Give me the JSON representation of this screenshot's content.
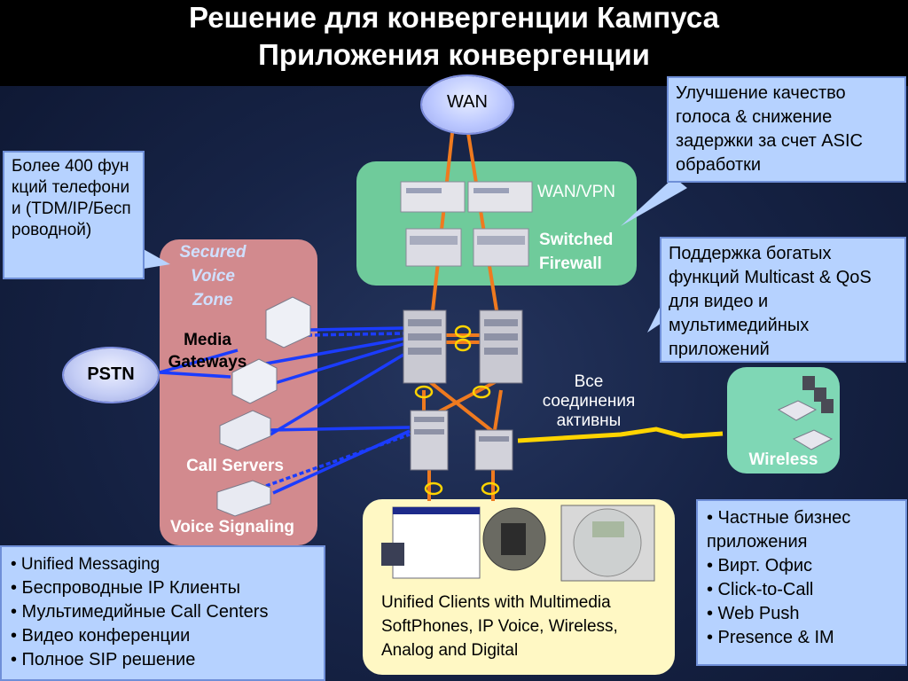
{
  "title": {
    "line1": "Решение для конвергенции Кампуса",
    "line2": "Приложения конвергенции"
  },
  "clouds": {
    "wan": "WAN",
    "pstn": "PSTN"
  },
  "callouts": {
    "telephony": "Более 400 функций телефонии (TDM/IP/Беспроводной)",
    "voice_quality": "Улучшение качество голоса & снижение задержки за счет ASIC обработки",
    "multicast": "Поддержка богатых функций Multicast & QoS для видео и мультимедийных приложений",
    "active": "Все соединения активны"
  },
  "zones": {
    "secured_voice": "Secured Voice Zone",
    "media_gateways": "Media Gateways",
    "call_servers": "Call Servers",
    "voice_signaling": "Voice Signaling",
    "wan_vpn": "WAN/VPN",
    "switched_firewall": "Switched Firewall",
    "wireless": "Wireless",
    "unified_clients": "Unified Clients with Multimedia SoftPhones, IP Voice, Wireless, Analog and Digital"
  },
  "left_bullets": [
    "• Unified Messaging",
    "• Беспроводные IP Клиенты",
    "• Мультимедийные Call Centers",
    "• Видео конференции",
    "• Полное  SIP решение"
  ],
  "right_bullets": [
    "• Частные бизнес приложения",
    "• Вирт. Офис",
    "• Click-to-Call",
    "• Web Push",
    "• Presence & IM"
  ],
  "colors": {
    "title_bar": "#000000",
    "callout_bg": "#b6d2ff",
    "voice_zone": "#d28a8e",
    "wan_zone": "#6fcb9b",
    "wireless_zone": "#7fd7b5",
    "clients_zone": "#fff8c4",
    "link_orange": "#ef7a1f",
    "link_blue": "#1b3cff",
    "link_yellow": "#ffd400"
  }
}
